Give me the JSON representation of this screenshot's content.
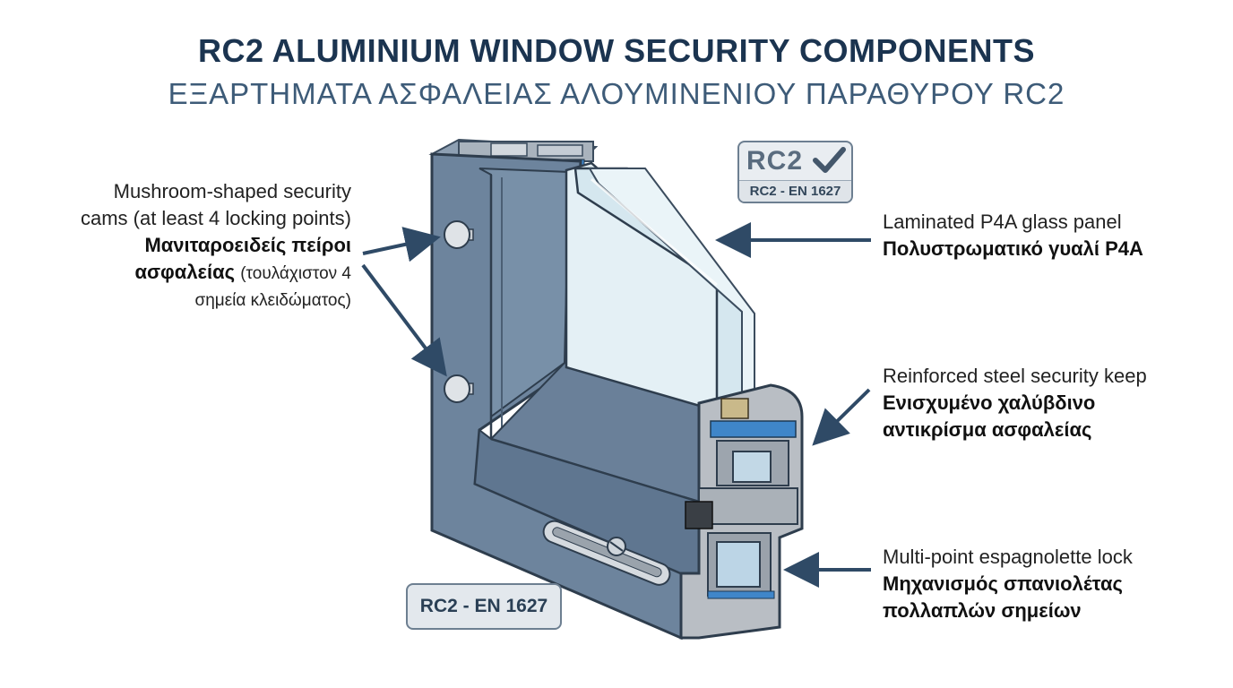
{
  "title": {
    "en": "RC2 ALUMINIUM WINDOW SECURITY COMPONENTS",
    "gr": "ΕΞΑΡΤΗΜΑΤΑ ΑΣΦΑΛΕΙΑΣ ΑΛΟΥΜΙΝΕΝΙΟΥ ΠΑΡΑΘΥΡΟΥ RC2"
  },
  "badges": {
    "top_big": "RC2",
    "top_small": "RC2 - EN 1627",
    "bottom": "RC2 - EN 1627"
  },
  "labels": {
    "cams": {
      "en_line1": "Mushroom-shaped security",
      "en_line2": "cams (at least 4 locking points)",
      "gr_bold1": "Μανιταροειδείς πείροι",
      "gr_bold2": "ασφαλείας",
      "gr_sub1": "(τουλάχιστον 4",
      "gr_sub2": "σημεία κλειδώματος)"
    },
    "glass": {
      "en": "Laminated P4A glass panel",
      "gr": "Πολυστρωματικό γυαλί P4A"
    },
    "keep": {
      "en": "Reinforced steel security keep",
      "gr_line1": "Ενισχυμένο χαλύβδινο",
      "gr_line2": "αντικρίσμα ασφαλείας"
    },
    "lock": {
      "en": "Multi-point espagnolette lock",
      "gr_line1": "Μηχανισμός σπανιολέτας",
      "gr_line2": "πολλαπλών σημείων"
    }
  },
  "colors": {
    "title_dark": "#1b3450",
    "frame_blue": "#6d849d",
    "frame_dark": "#4f647b",
    "profile_grey": "#b9bec4",
    "glass": "#dcebf2",
    "arrow": "#2f4a66"
  },
  "icons": [
    "check-icon",
    "security-cam-icon",
    "arrow-icon"
  ]
}
